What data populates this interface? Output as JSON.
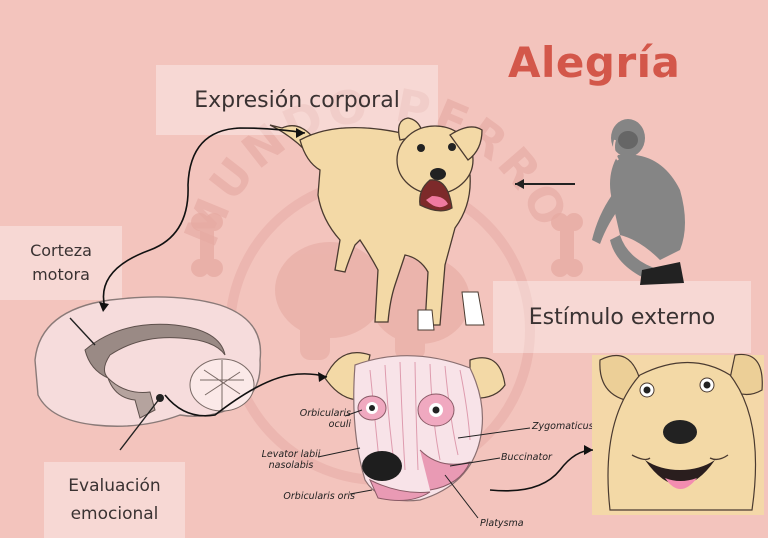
{
  "title": "Alegría",
  "labels": {
    "expresion_corporal": "Expresión corporal",
    "corteza_line1": "Corteza",
    "corteza_line2": "motora",
    "estimulo_externo": "Estímulo externo",
    "evaluacion_line1": "Evaluación",
    "evaluacion_line2": "emocional"
  },
  "muscles": {
    "orbicularis_oculi_l1": "Orbicularis",
    "orbicularis_oculi_l2": "oculi",
    "levator_l1": "Levator labii",
    "levator_l2": "nasolabis",
    "orbicularis_oris": "Orbicularis oris",
    "zygomaticus": "Zygomaticus",
    "buccinator": "Buccinator",
    "platysma": "Platysma"
  },
  "watermark": "MUNDO PERRO",
  "colors": {
    "background": "#f3c4bd",
    "title": "#d3574a",
    "dog_fur": "#f3d9a6",
    "human": "#858585"
  },
  "icons": [
    "dog-icon",
    "human-crouching-icon",
    "brain-icon",
    "dog-face-muscles-icon",
    "dog-face-closeup-icon",
    "arrow-icon",
    "bone-icon",
    "watermark-logo"
  ]
}
